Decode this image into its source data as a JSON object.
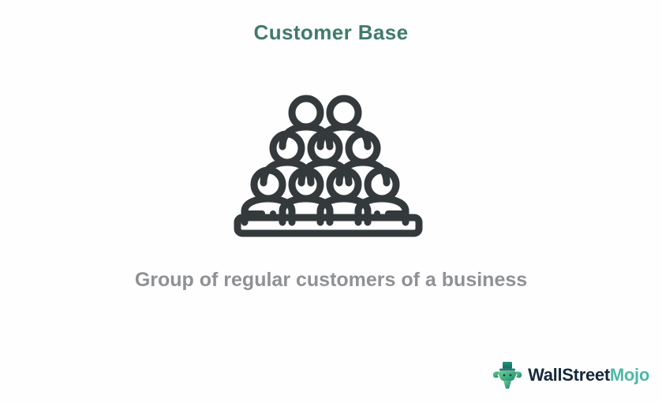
{
  "slide": {
    "title": "Customer Base",
    "caption": "Group of regular customers of a business",
    "background_color": "#fefefe",
    "title_color": "#3f7b6b",
    "caption_color": "#8f9194"
  },
  "illustration": {
    "icon_name": "crowd-of-people-icon",
    "stroke_color": "#343a3c",
    "description": "Pyramid crowd of people: 2 figures in back row, 3 in middle row, 4 in front row on a base bar",
    "rows": [
      {
        "label": "back-row",
        "count": 2
      },
      {
        "label": "middle-row",
        "count": 3
      },
      {
        "label": "front-row",
        "count": 4
      }
    ]
  },
  "logo": {
    "mark_name": "wallstreetmojo-bull-logo-icon",
    "text_primary": "WallStreet",
    "text_accent": "Mojo",
    "primary_color": "#16283c",
    "accent_color": "#4cb9a6"
  }
}
